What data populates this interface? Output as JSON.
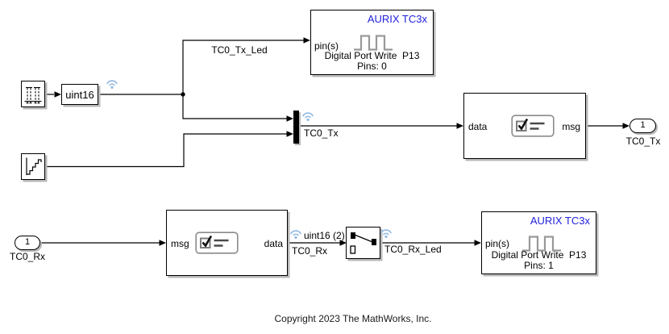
{
  "footer": {
    "copyright": "Copyright 2023 The MathWorks, Inc."
  },
  "blocks": {
    "stem_source": {
      "icon": "stem-signal-icon"
    },
    "data_type_conversion": {
      "label": "uint16"
    },
    "digital_port_write_tx": {
      "title": "AURIX TC3x",
      "input_port": "pin(s)",
      "caption": "Digital Port Write  P13",
      "pins_line": "Pins: 0",
      "icon": "square-wave-icon"
    },
    "mux": {
      "icon": "mux-bar"
    },
    "send": {
      "input_port": "data",
      "output_port": "msg",
      "icon": "message-send-icon"
    },
    "outport_tx": {
      "number": "1",
      "label": "TC0_Tx"
    },
    "stair_source": {
      "icon": "staircase-icon"
    },
    "inport_rx": {
      "number": "1",
      "label": "TC0_Rx"
    },
    "receive": {
      "input_port": "msg",
      "output_port": "data",
      "icon": "message-receive-icon"
    },
    "selector": {
      "icon": "selector-icon"
    },
    "digital_port_write_rx": {
      "title": "AURIX TC3x",
      "input_port": "pin(s)",
      "caption": "Digital Port Write  P13",
      "pins_line": "Pins: 1",
      "icon": "square-wave-icon"
    }
  },
  "signals": {
    "tx_led": "TC0_Tx_Led",
    "tx": "TC0_Tx",
    "rx_type": "uint16 (2)",
    "rx": "TC0_Rx",
    "rx_led": "TC0_Rx_Led"
  },
  "colors": {
    "block_border": "#000000",
    "accent_blue": "#2222DC",
    "icon_gray": "#999999",
    "logging_badge_blue": "#92B9E4"
  }
}
